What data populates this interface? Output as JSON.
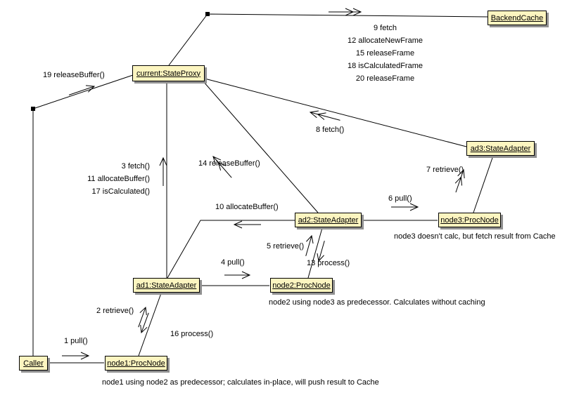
{
  "colors": {
    "node_fill": "#fcf5c0",
    "node_border": "#000000",
    "shadow": "#909090",
    "line": "#000000"
  },
  "nodes": {
    "backendCache": "BackendCache",
    "stateProxy": "current:StateProxy",
    "ad3": "ad3:StateAdapter",
    "ad2": "ad2:StateAdapter",
    "node3": "node3:ProcNode",
    "ad1": "ad1:StateAdapter",
    "node2": "node2:ProcNode",
    "node1": "node1:ProcNode",
    "caller": "Caller"
  },
  "messages": {
    "m1": "1 pull()",
    "m2": "2 retrieve()",
    "m3": "3 fetch()",
    "m4": "4 pull()",
    "m5": "5 retrieve()",
    "m6": "6 pull()",
    "m7": "7 retrieve()",
    "m8": "8 fetch()",
    "m9": "9 fetch",
    "m10": "10 allocateBuffer()",
    "m11": "11 allocateBuffer()",
    "m12": "12 allocateNewFrame",
    "m13": "13 process()",
    "m14": "14 releaseBuffer()",
    "m15": "15 releaseFrame",
    "m16": "16 process()",
    "m17": "17 isCalculated()",
    "m18": "18 isCalculatedFrame",
    "m19": "19 releaseBuffer()",
    "m20": "20 releaseFrame"
  },
  "notes": {
    "node3_note": "node3 doesn't calc, but fetch result from Cache",
    "node2_note": "node2 using node3 as predecessor. Calculates without caching",
    "node1_note": "node1 using node2 as predecessor; calculates in-place, will push result to Cache"
  }
}
